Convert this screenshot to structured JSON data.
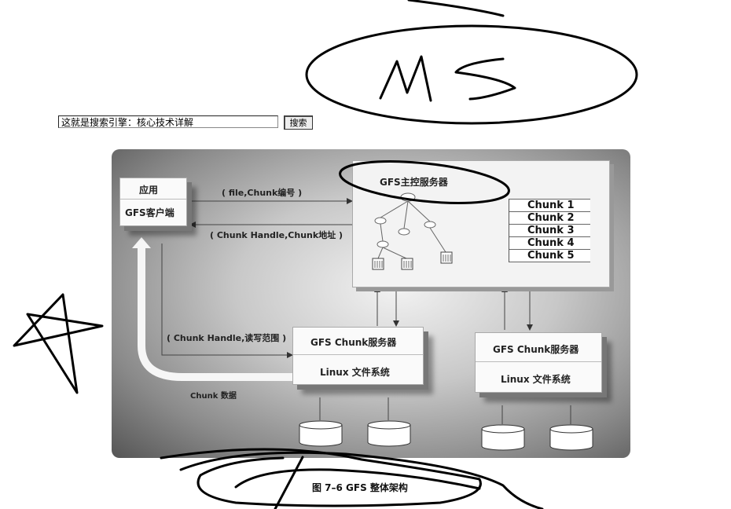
{
  "search": {
    "value": "这就是搜索引擎：核心技术详解",
    "button_label": "搜索"
  },
  "diagram": {
    "app_label": "应用",
    "client_label": "GFS客户端",
    "master_label": "GFS主控服务器",
    "arrow_request": "( file,Chunk编号 )",
    "arrow_reply": "( Chunk Handle,Chunk地址 )",
    "arrow_read_range": "( Chunk Handle,读写范围 )",
    "chunk_data": "Chunk 数据",
    "chunk_list": [
      "Chunk 1",
      "Chunk 2",
      "Chunk 3",
      "Chunk 4",
      "Chunk 5"
    ],
    "servers": [
      {
        "name": "GFS Chunk服务器",
        "fs": "Linux 文件系统"
      },
      {
        "name": "GFS Chunk服务器",
        "fs": "Linux 文件系统"
      }
    ]
  },
  "caption": "图 7–6    GFS 整体架构",
  "handwriting": "MS"
}
